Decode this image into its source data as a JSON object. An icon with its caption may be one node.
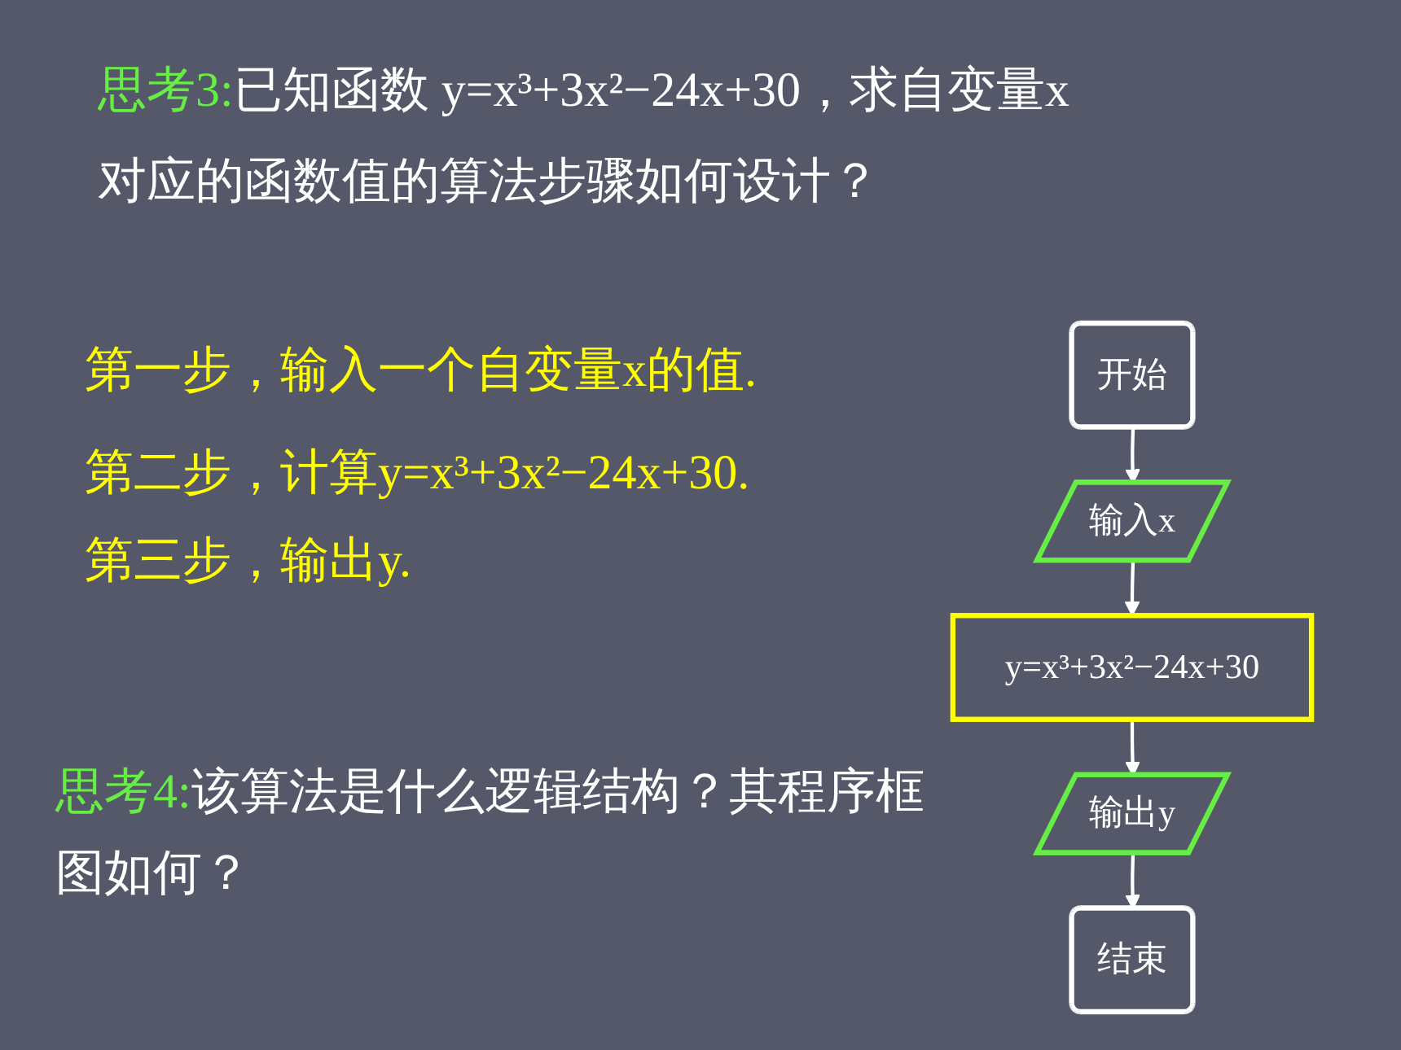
{
  "diagram": {
    "nodes": [
      {
        "text": [
          "开始"
        ]
      },
      {
        "text": [
          "输入x"
        ]
      },
      {
        "text": [
          "y=x³+3x²−24x+30"
        ]
      },
      {
        "text": [
          "输出y"
        ]
      },
      {
        "text": [
          "结束"
        ]
      }
    ],
    "edges": [
      {
        "from": 0,
        "to": 1,
        "arrow": "to"
      },
      {
        "from": 1,
        "to": 2,
        "arrow": "to"
      },
      {
        "from": 2,
        "to": 3,
        "arrow": "to"
      },
      {
        "from": 3,
        "to": 4,
        "arrow": "to"
      }
    ],
    "labels": [
      "思考3:",
      "已知函数 y=x³+3x²−24x+30，求自变量x对应的函数值的算法步骤如何设计？",
      "第一步，输入一个自变量x的值.",
      "第二步，计算y=x³+3x²−24x+30.",
      "第三步，输出y.",
      "思考4:",
      "该算法是什么逻辑结构？其程序框图如何？"
    ]
  }
}
